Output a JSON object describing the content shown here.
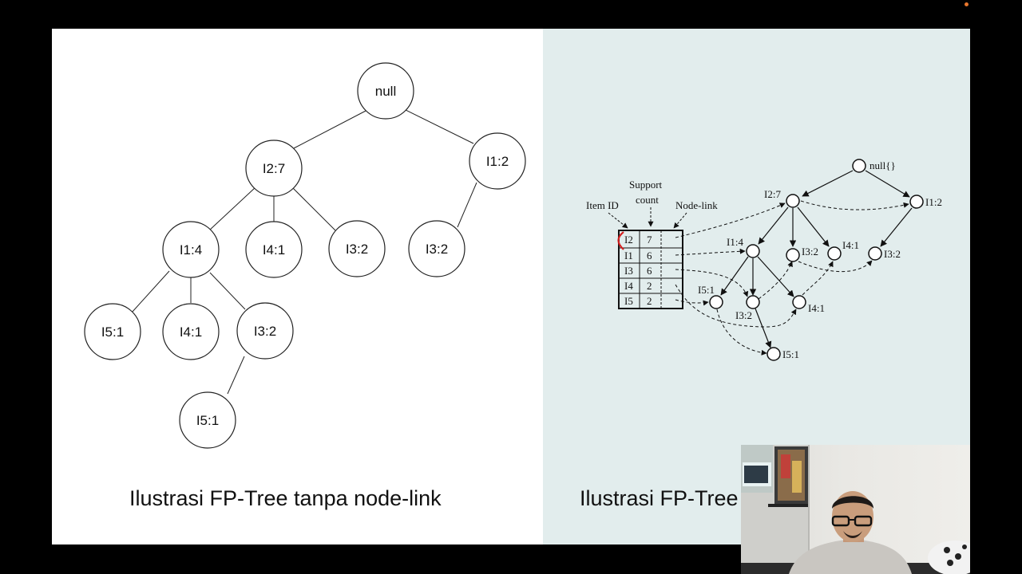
{
  "left_tree": {
    "caption": "Ilustrasi FP-Tree tanpa node-link",
    "nodes": {
      "root": "null",
      "i2": "I2:7",
      "i1_top": "I1:2",
      "i1_4": "I1:4",
      "i4_1a": "I4:1",
      "i3_2a": "I3:2",
      "i3_2b": "I3:2",
      "i5_1a": "I5:1",
      "i4_1b": "I4:1",
      "i3_2c": "I3:2",
      "i5_1b": "I5:1"
    }
  },
  "right_tree": {
    "caption": "Ilustrasi FP-Tree",
    "header": {
      "item_id": "Item ID",
      "support_line1": "Support",
      "support_line2": "count",
      "node_link": "Node-link"
    },
    "table": [
      {
        "item": "I2",
        "count": "7"
      },
      {
        "item": "I1",
        "count": "6"
      },
      {
        "item": "I3",
        "count": "6"
      },
      {
        "item": "I4",
        "count": "2"
      },
      {
        "item": "I5",
        "count": "2"
      }
    ],
    "nodes": {
      "root": "null{}",
      "i2": "I2:7",
      "i1_2": "I1:2",
      "i1_4": "I1:4",
      "i3_2a": "I3:2",
      "i4_1a": "I4:1",
      "i3_2r": "I3:2",
      "i5_1a": "I5:1",
      "i3_2b": "I3:2",
      "i4_1b": "I4:1",
      "i5_1b": "I5:1"
    }
  },
  "colors": {
    "left_bg": "#ffffff",
    "right_bg": "#e2eded",
    "highlight": "#d11f1f"
  }
}
